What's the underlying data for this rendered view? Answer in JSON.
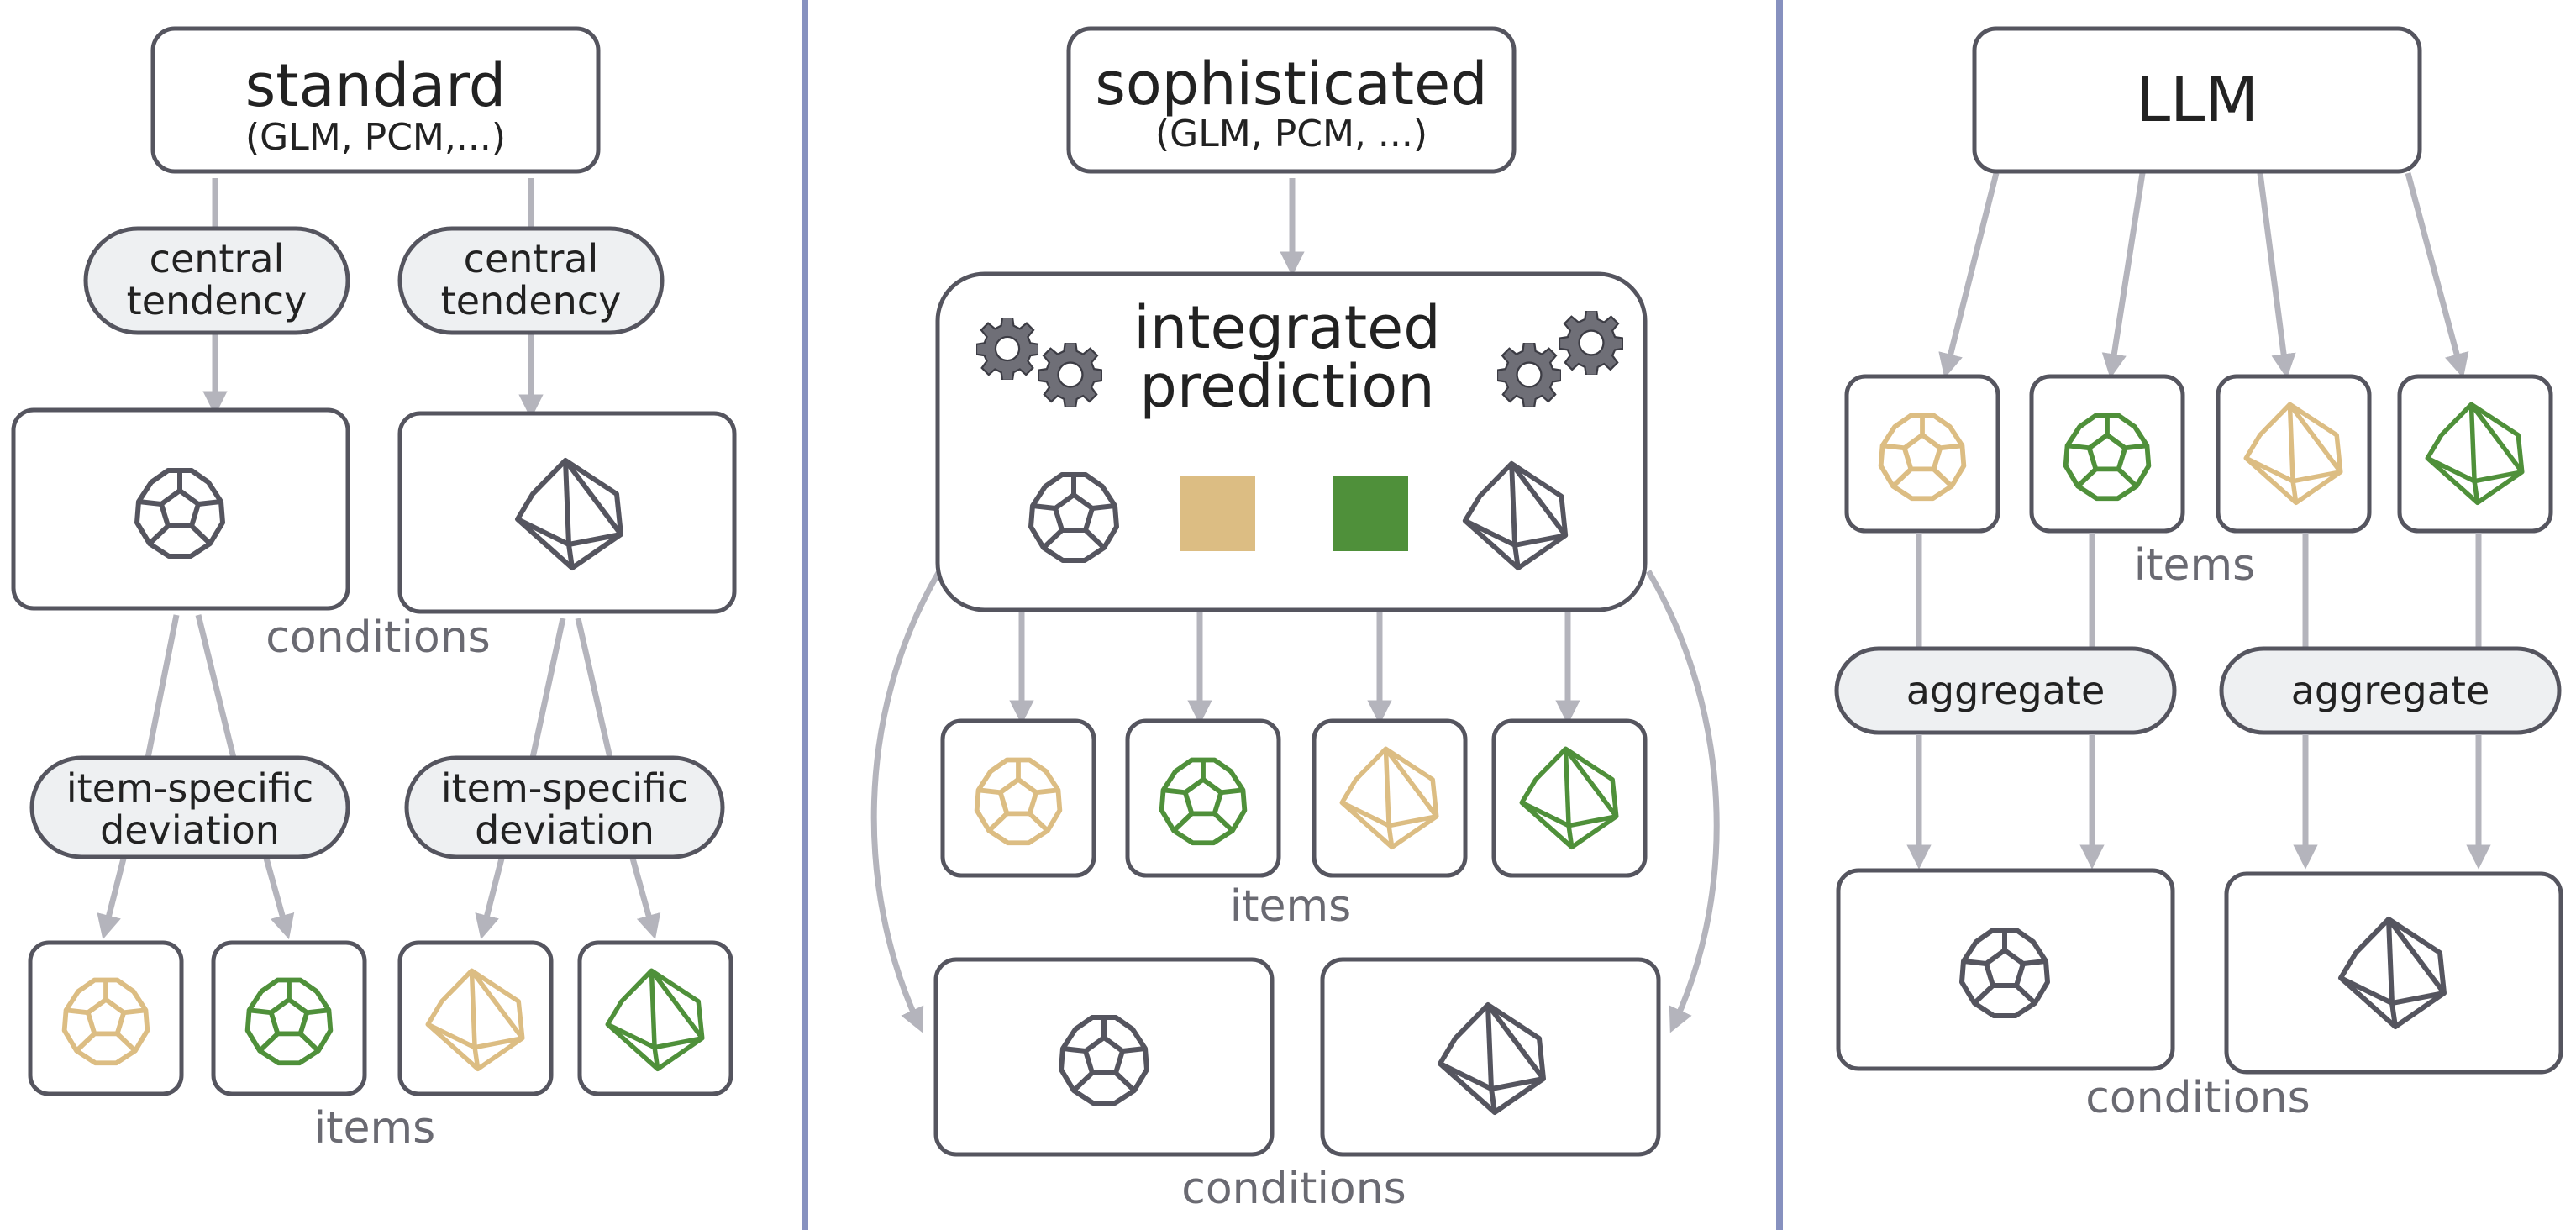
{
  "colors": {
    "dark": "#55555f",
    "tan": "#dcbd83",
    "green": "#4f903a",
    "arrow": "#b4b4bc",
    "divider": "#8791bf",
    "pill_fill": "#eef0f2"
  },
  "icons": [
    "dodecahedron-icon",
    "octahedron-icon",
    "gear-icon",
    "tan-square-icon",
    "green-square-icon"
  ],
  "panels": {
    "standard": {
      "title": "standard",
      "subtitle": "(GLM, PCM,...)",
      "pill_line1": "central",
      "pill_line2": "tendency",
      "conditions_label": "conditions",
      "dev_line1": "item-specific",
      "dev_line2": "deviation",
      "items_label": "items"
    },
    "sophisticated": {
      "title": "sophisticated",
      "subtitle": "(GLM, PCM, ...)",
      "integrated_line1": "integrated",
      "integrated_line2": "prediction",
      "items_label": "items",
      "conditions_label": "conditions"
    },
    "llm": {
      "title": "LLM",
      "items_label": "items",
      "aggregate_label": "aggregate",
      "conditions_label": "conditions"
    }
  }
}
